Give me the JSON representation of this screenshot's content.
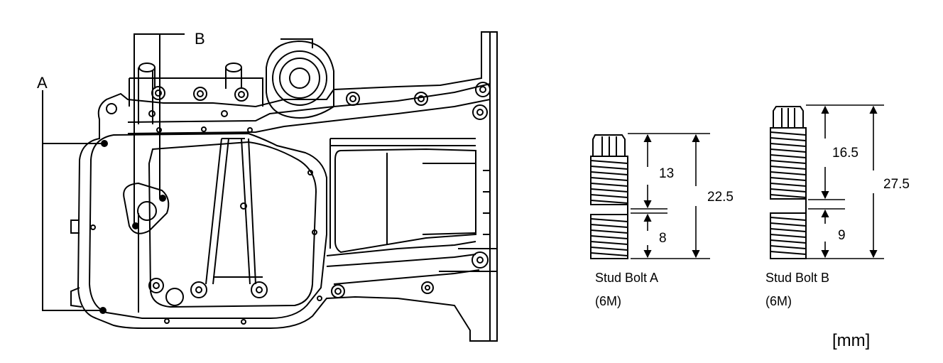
{
  "callouts": {
    "a": "A",
    "b": "B"
  },
  "stud_a": {
    "caption": "Stud Bolt A",
    "size": "(6M)",
    "dim_upper": "13",
    "dim_lower": "8",
    "dim_total": "22.5"
  },
  "stud_b": {
    "caption": "Stud Bolt B",
    "size": "(6M)",
    "dim_upper": "16.5",
    "dim_lower": "9",
    "dim_total": "27.5"
  },
  "unit": "[mm]"
}
